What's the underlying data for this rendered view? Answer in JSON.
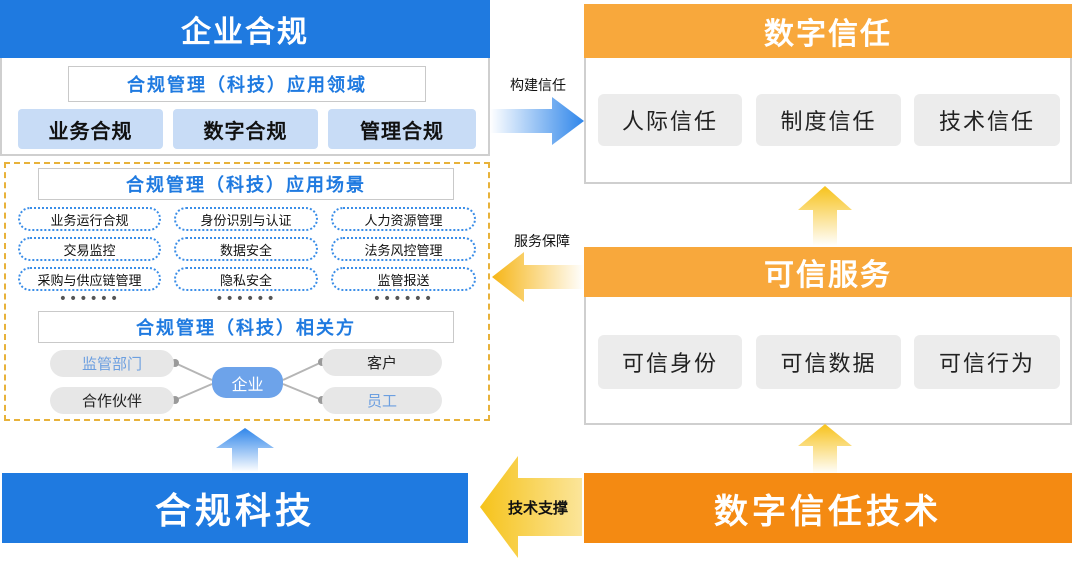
{
  "left": {
    "header": "企业合规",
    "domains_title": "合规管理（科技）应用领域",
    "domains": [
      "业务合规",
      "数字合规",
      "管理合规"
    ],
    "scenes_title": "合规管理（科技）应用场景",
    "scenes": [
      [
        "业务运行合规",
        "身份识别与认证",
        "人力资源管理"
      ],
      [
        "交易监控",
        "数据安全",
        "法务风控管理"
      ],
      [
        "采购与供应链管理",
        "隐私安全",
        "监管报送"
      ]
    ],
    "ellipsis": "••••••",
    "parties_title": "合规管理（科技）相关方",
    "center_node": "企业",
    "left_nodes": [
      "监管部门",
      "合作伙伴"
    ],
    "right_nodes": [
      "客户",
      "员工"
    ],
    "footer": "合规科技"
  },
  "right": {
    "trust_header": "数字信任",
    "trust_items": [
      "人际信任",
      "制度信任",
      "技术信任"
    ],
    "service_header": "可信服务",
    "service_items": [
      "可信身份",
      "可信数据",
      "可信行为"
    ],
    "tech_header": "数字信任技术"
  },
  "arrows": {
    "build": "构建信任",
    "guarantee": "服务保障",
    "support": "技术支撑"
  },
  "colors": {
    "blue": "#1f7ae0",
    "orange": "#f8a83c",
    "deep_orange": "#f48a12",
    "light_blue": "#c8dcf6",
    "muted_blue_text": "#6c9fe0"
  }
}
